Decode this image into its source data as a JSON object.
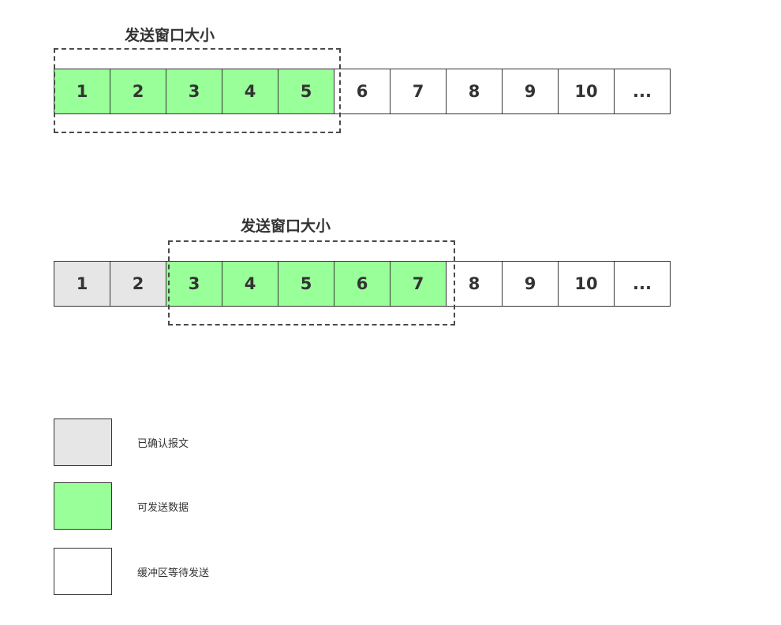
{
  "diagrams": [
    {
      "window_label": "发送窗口大小",
      "cells": [
        {
          "label": "1",
          "state": "send"
        },
        {
          "label": "2",
          "state": "send"
        },
        {
          "label": "3",
          "state": "send"
        },
        {
          "label": "4",
          "state": "send"
        },
        {
          "label": "5",
          "state": "send"
        },
        {
          "label": "6",
          "state": "buffer"
        },
        {
          "label": "7",
          "state": "buffer"
        },
        {
          "label": "8",
          "state": "buffer"
        },
        {
          "label": "9",
          "state": "buffer"
        },
        {
          "label": "10",
          "state": "buffer"
        },
        {
          "label": "...",
          "state": "buffer"
        }
      ]
    },
    {
      "window_label": "发送窗口大小",
      "cells": [
        {
          "label": "1",
          "state": "ack"
        },
        {
          "label": "2",
          "state": "ack"
        },
        {
          "label": "3",
          "state": "send"
        },
        {
          "label": "4",
          "state": "send"
        },
        {
          "label": "5",
          "state": "send"
        },
        {
          "label": "6",
          "state": "send"
        },
        {
          "label": "7",
          "state": "send"
        },
        {
          "label": "8",
          "state": "buffer"
        },
        {
          "label": "9",
          "state": "buffer"
        },
        {
          "label": "10",
          "state": "buffer"
        },
        {
          "label": "...",
          "state": "buffer"
        }
      ]
    }
  ],
  "legend": {
    "ack": {
      "label": "已确认报文",
      "color": "#e6e6e6"
    },
    "send": {
      "label": "可发送数据",
      "color": "#99ff99"
    },
    "buffer": {
      "label": "缓冲区等待发送",
      "color": "#ffffff"
    }
  }
}
